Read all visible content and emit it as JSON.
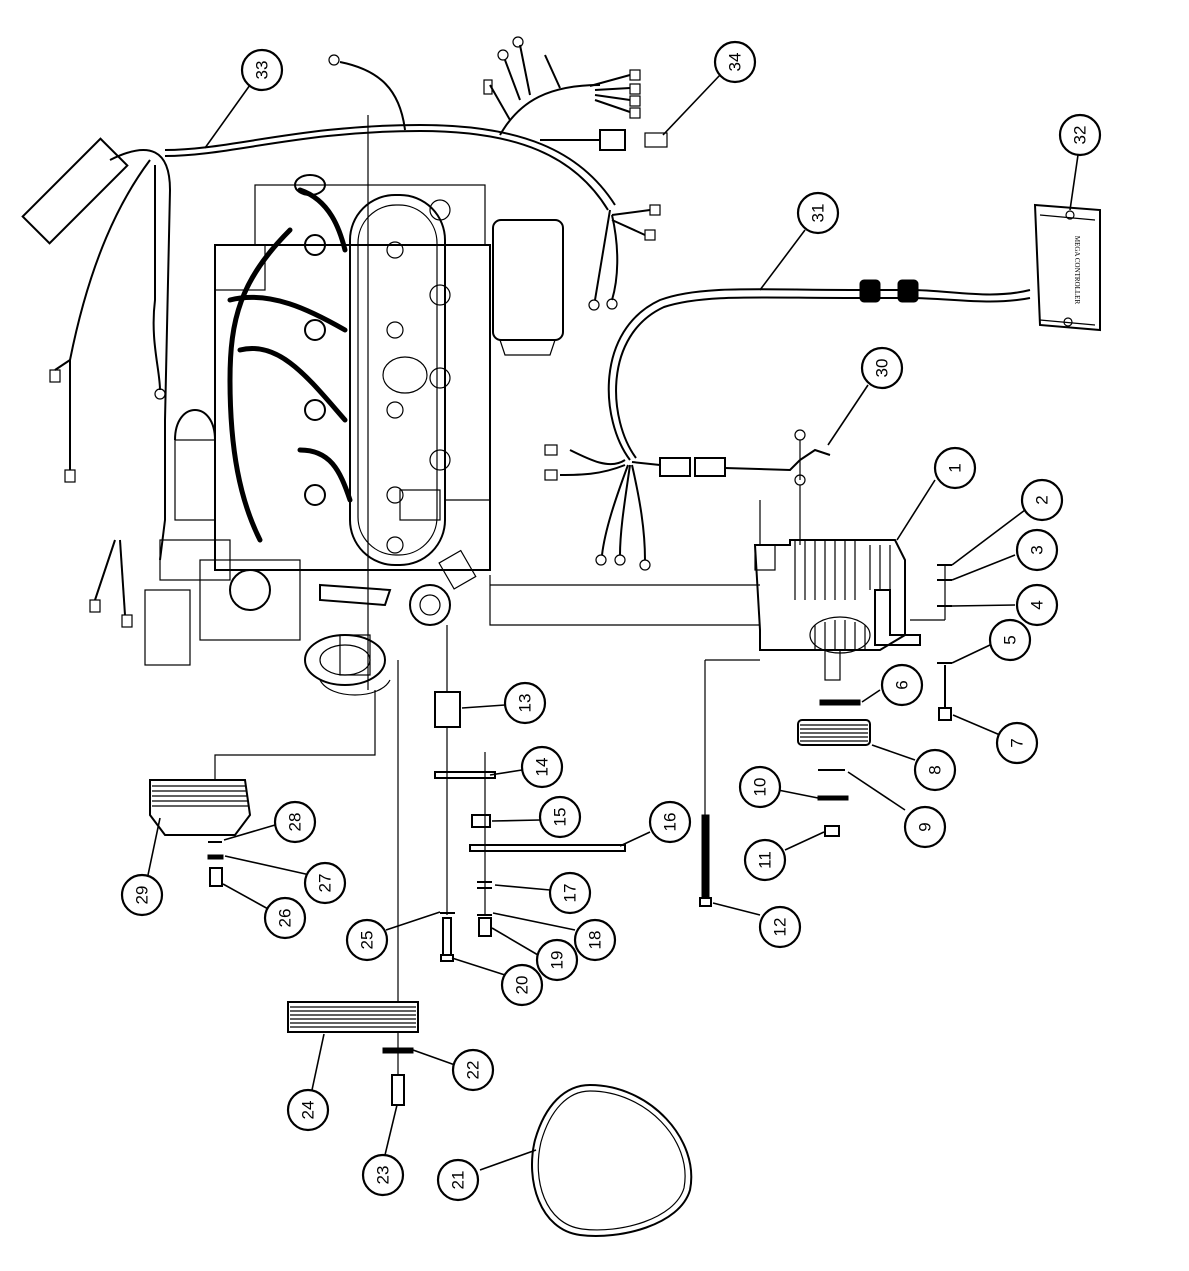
{
  "callouts": [
    {
      "id": "1",
      "label": "1"
    },
    {
      "id": "2",
      "label": "2"
    },
    {
      "id": "3",
      "label": "3"
    },
    {
      "id": "4",
      "label": "4"
    },
    {
      "id": "5",
      "label": "5"
    },
    {
      "id": "6",
      "label": "6"
    },
    {
      "id": "7",
      "label": "7"
    },
    {
      "id": "8",
      "label": "8"
    },
    {
      "id": "9",
      "label": "9"
    },
    {
      "id": "10",
      "label": "10"
    },
    {
      "id": "11",
      "label": "11"
    },
    {
      "id": "12",
      "label": "12"
    },
    {
      "id": "13",
      "label": "13"
    },
    {
      "id": "14",
      "label": "14"
    },
    {
      "id": "15",
      "label": "15"
    },
    {
      "id": "16",
      "label": "16"
    },
    {
      "id": "17",
      "label": "17"
    },
    {
      "id": "18",
      "label": "18"
    },
    {
      "id": "19",
      "label": "19"
    },
    {
      "id": "20",
      "label": "20"
    },
    {
      "id": "21",
      "label": "21"
    },
    {
      "id": "22",
      "label": "22"
    },
    {
      "id": "23",
      "label": "23"
    },
    {
      "id": "24",
      "label": "24"
    },
    {
      "id": "25",
      "label": "25"
    },
    {
      "id": "26",
      "label": "26"
    },
    {
      "id": "27",
      "label": "27"
    },
    {
      "id": "28",
      "label": "28"
    },
    {
      "id": "29",
      "label": "29"
    },
    {
      "id": "30",
      "label": "30"
    },
    {
      "id": "31",
      "label": "31"
    },
    {
      "id": "32",
      "label": "32"
    },
    {
      "id": "33",
      "label": "33"
    },
    {
      "id": "34",
      "label": "34"
    }
  ],
  "controller_label": "MEGA CONTROLLER"
}
